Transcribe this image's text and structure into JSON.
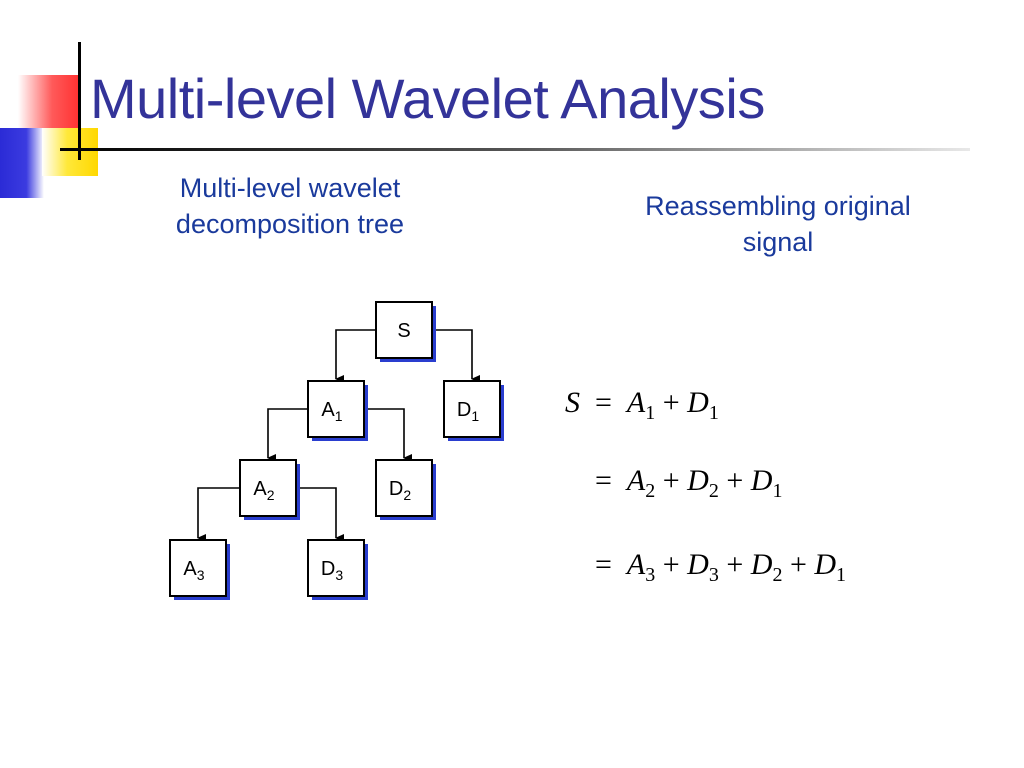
{
  "title": "Multi-level Wavelet Analysis",
  "left_heading": {
    "line1": "Multi-level wavelet",
    "line2": "decomposition tree"
  },
  "right_heading": {
    "line1": "Reassembling original",
    "line2": "signal"
  },
  "tree": {
    "nodes": [
      {
        "id": "S",
        "letter": "S",
        "sub": ""
      },
      {
        "id": "A1",
        "letter": "A",
        "sub": "1"
      },
      {
        "id": "D1",
        "letter": "D",
        "sub": "1"
      },
      {
        "id": "A2",
        "letter": "A",
        "sub": "2"
      },
      {
        "id": "D2",
        "letter": "D",
        "sub": "2"
      },
      {
        "id": "A3",
        "letter": "A",
        "sub": "3"
      },
      {
        "id": "D3",
        "letter": "D",
        "sub": "3"
      }
    ],
    "edges": [
      [
        "S",
        "A1"
      ],
      [
        "S",
        "D1"
      ],
      [
        "A1",
        "A2"
      ],
      [
        "A1",
        "D2"
      ],
      [
        "A2",
        "A3"
      ],
      [
        "A2",
        "D3"
      ]
    ]
  },
  "equations": {
    "eq1": {
      "lhs": "S",
      "rhs": [
        [
          "A",
          "1"
        ],
        [
          "D",
          "1"
        ]
      ]
    },
    "eq2": {
      "rhs": [
        [
          "A",
          "2"
        ],
        [
          "D",
          "2"
        ],
        [
          "D",
          "1"
        ]
      ]
    },
    "eq3": {
      "rhs": [
        [
          "A",
          "3"
        ],
        [
          "D",
          "3"
        ],
        [
          "D",
          "2"
        ],
        [
          "D",
          "1"
        ]
      ]
    }
  },
  "colors": {
    "title": "#333399",
    "heading": "#1a3a9c",
    "node_shadow": "#2a3ecf"
  }
}
